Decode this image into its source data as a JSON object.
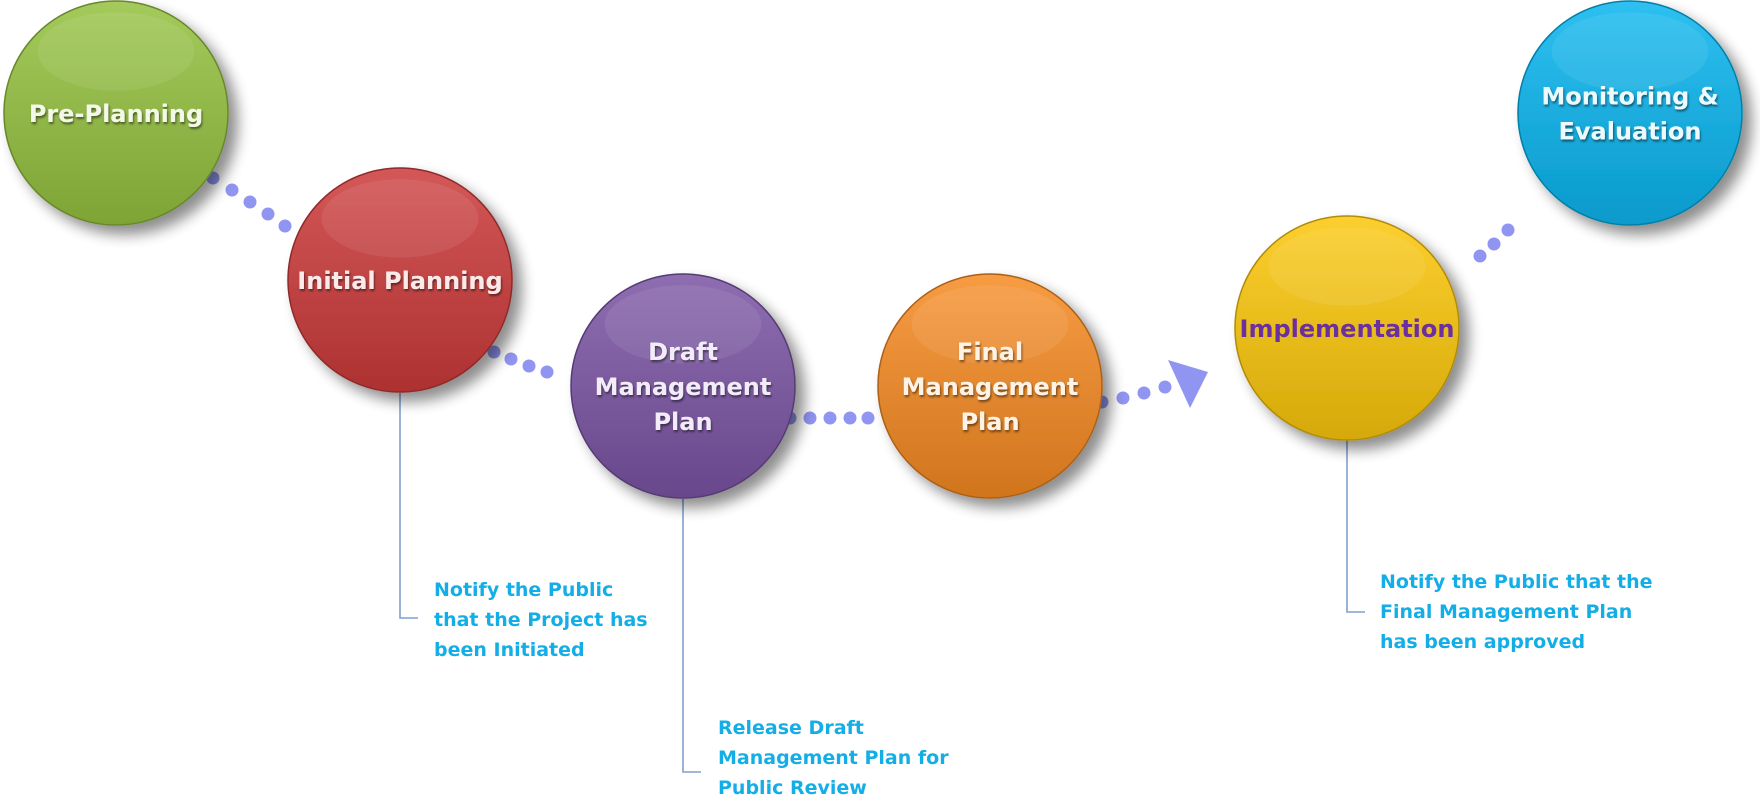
{
  "diagram": {
    "title": "",
    "dot_color": "#9195f2",
    "connector_color": "#7f9fcf",
    "nodes": [
      {
        "id": "pre-planning",
        "lines": [
          "Pre-Planning"
        ],
        "color": "#94c13f",
        "text_color": "#f4f8e8"
      },
      {
        "id": "initial-planning",
        "lines": [
          "Initial Planning"
        ],
        "color": "#cc3a3a",
        "text_color": "#fbeaea"
      },
      {
        "id": "draft-management-plan",
        "lines": [
          "Draft",
          "Management",
          "Plan"
        ],
        "color": "#7a54a3",
        "text_color": "#f1ecf7"
      },
      {
        "id": "final-management-plan",
        "lines": [
          "Final",
          "Management",
          "Plan"
        ],
        "color": "#f58a22",
        "text_color": "#fff3e6"
      },
      {
        "id": "implementation",
        "lines": [
          "Implementation"
        ],
        "color": "#fbc70a",
        "text_color": "#6b2f9e"
      },
      {
        "id": "monitoring-evaluation",
        "lines": [
          "Monitoring &",
          "Evaluation"
        ],
        "color": "#09b5ef",
        "text_color": "#eef9fe"
      }
    ],
    "notes": [
      {
        "attached_to": "initial-planning",
        "text": "Notify the Public\nthat the Project has\nbeen Initiated"
      },
      {
        "attached_to": "draft-management-plan",
        "text": "Release Draft\nManagement Plan for\nPublic Review"
      },
      {
        "attached_to": "implementation",
        "text": "Notify the Public that the\nFinal Management Plan\nhas been approved"
      }
    ]
  }
}
